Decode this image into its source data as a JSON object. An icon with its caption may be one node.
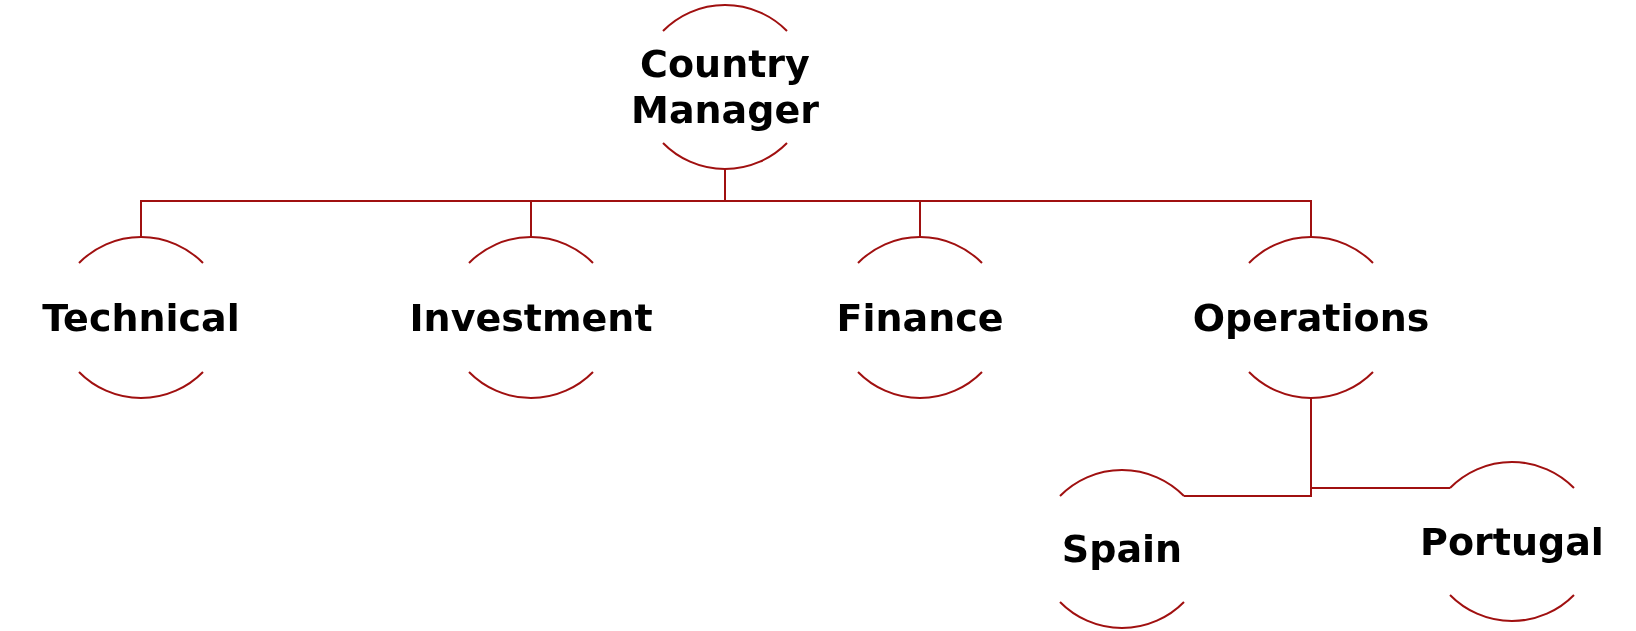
{
  "diagram": {
    "nodes": [
      {
        "text": [
          "Country Manager"
        ]
      },
      {
        "text": [
          "Technical"
        ]
      },
      {
        "text": [
          "Investment"
        ]
      },
      {
        "text": [
          "Finance"
        ]
      },
      {
        "text": [
          "Operations"
        ]
      },
      {
        "text": [
          "Spain"
        ]
      },
      {
        "text": [
          "Portugal"
        ]
      }
    ],
    "edges": [
      {
        "from": 0,
        "to": 1,
        "arrow": "none"
      },
      {
        "from": 0,
        "to": 2,
        "arrow": "none"
      },
      {
        "from": 0,
        "to": 3,
        "arrow": "none"
      },
      {
        "from": 0,
        "to": 4,
        "arrow": "none"
      },
      {
        "from": 4,
        "to": 5,
        "arrow": "none"
      },
      {
        "from": 4,
        "to": 6,
        "arrow": "none"
      }
    ]
  }
}
